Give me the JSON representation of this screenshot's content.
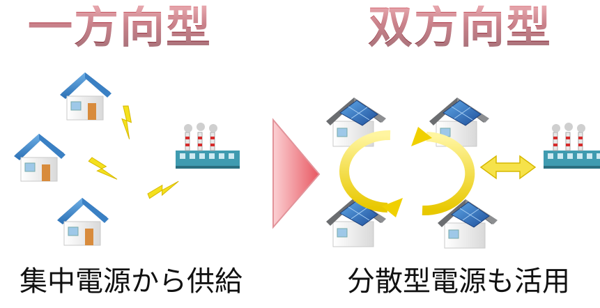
{
  "left_panel": {
    "title": "一方向型",
    "caption": "集中電源から供給"
  },
  "right_panel": {
    "title": "双方向型",
    "caption": "分散型電源も活用"
  },
  "colors": {
    "title_red": "#8a1c2a",
    "arrow_pink": "#f07b82",
    "lightning_yellow": "#f4e01e",
    "house_roof_blue": "#3b82c4",
    "solar_roof_gray": "#7d7f82",
    "factory_teal": "#3f9bb0"
  },
  "icons": {
    "houses": "house-icon",
    "solar_houses": "solar-house-icon",
    "power_plant": "power-plant-icon",
    "lightning": "lightning-icon",
    "transition_arrow": "triangle-arrow-icon",
    "cycle": "cycle-arrows-icon",
    "exchange": "double-arrow-icon"
  }
}
